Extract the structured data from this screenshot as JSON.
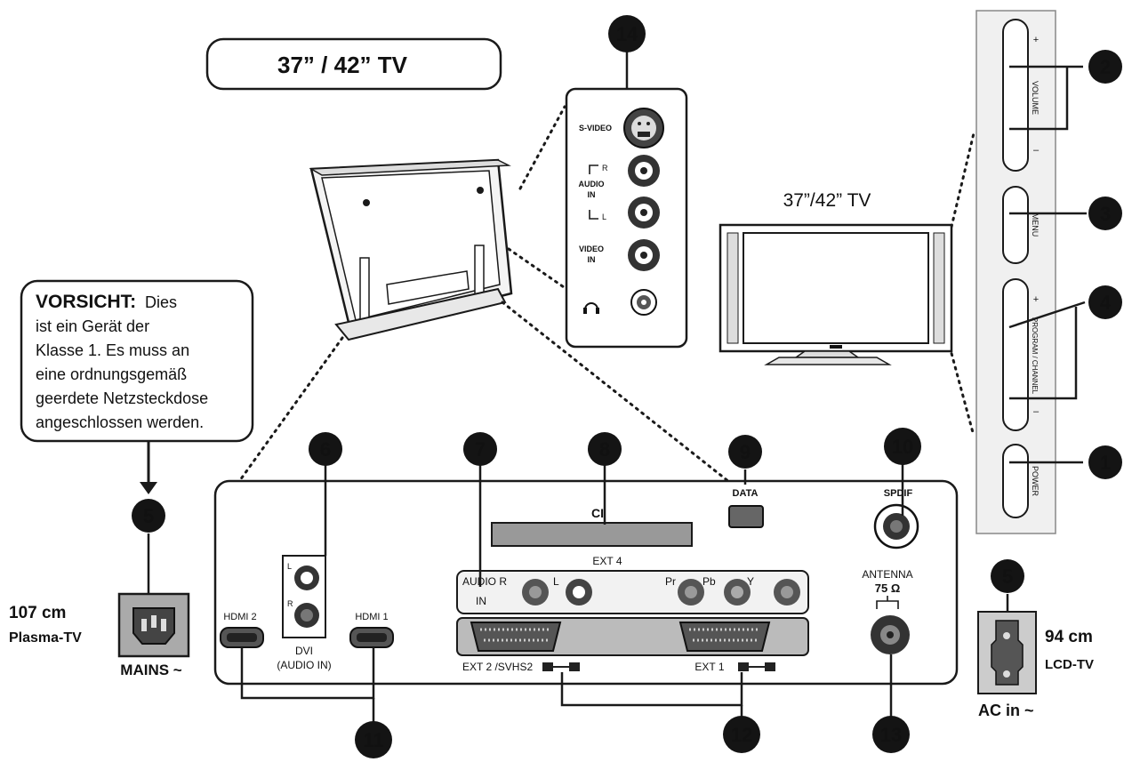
{
  "title_box": "37” / 42” TV",
  "front_tv_label": "37”/42” TV",
  "caution": {
    "heading": "VORSICHT:",
    "lines": [
      "Dies",
      "ist ein Gerät der",
      "Klasse 1. Es muss an",
      "eine ordnungsgemäß",
      "geerdete Netzsteckdose",
      "angeschlossen werden."
    ]
  },
  "side_panel": {
    "s_video": "S-VIDEO",
    "audio_r": "R",
    "audio_in": "AUDIO",
    "audio_in2": "IN",
    "audio_l": "L",
    "video_in": "VIDEO",
    "video_in2": "IN",
    "headphone_icon": "headphone-icon"
  },
  "side_controls": {
    "volume": "VOLUME",
    "plus": "+",
    "minus": "–",
    "menu": "MENU",
    "channel": "PROGRAM / CHANNEL",
    "power": "POWER"
  },
  "rear_panel": {
    "hdmi2": "HDMI 2",
    "hdmi1": "HDMI 1",
    "dvi_l": "L",
    "dvi_r": "R",
    "dvi": "DVI",
    "dvi_audio": "(AUDIO IN)",
    "ci": "CI",
    "ext4": "EXT 4",
    "audio_r": "AUDIO R",
    "audio_in": "IN",
    "audio_l": "L",
    "pr": "Pr",
    "pb": "Pb",
    "y": "Y",
    "ext2": "EXT 2 /SVHS2",
    "ext1": "EXT 1",
    "data": "DATA",
    "spdif": "SPDIF",
    "antenna": "ANTENNA",
    "ohm": "75 Ω"
  },
  "mains": {
    "label": "MAINS ~",
    "size": "107 cm",
    "type": "Plasma-TV"
  },
  "ac": {
    "label": "AC in ~",
    "size": "94 cm",
    "type": "LCD-TV"
  },
  "callouts": [
    "1",
    "2",
    "3",
    "4",
    "5",
    "6",
    "7",
    "8",
    "9",
    "10",
    "11",
    "12",
    "13",
    "14"
  ]
}
